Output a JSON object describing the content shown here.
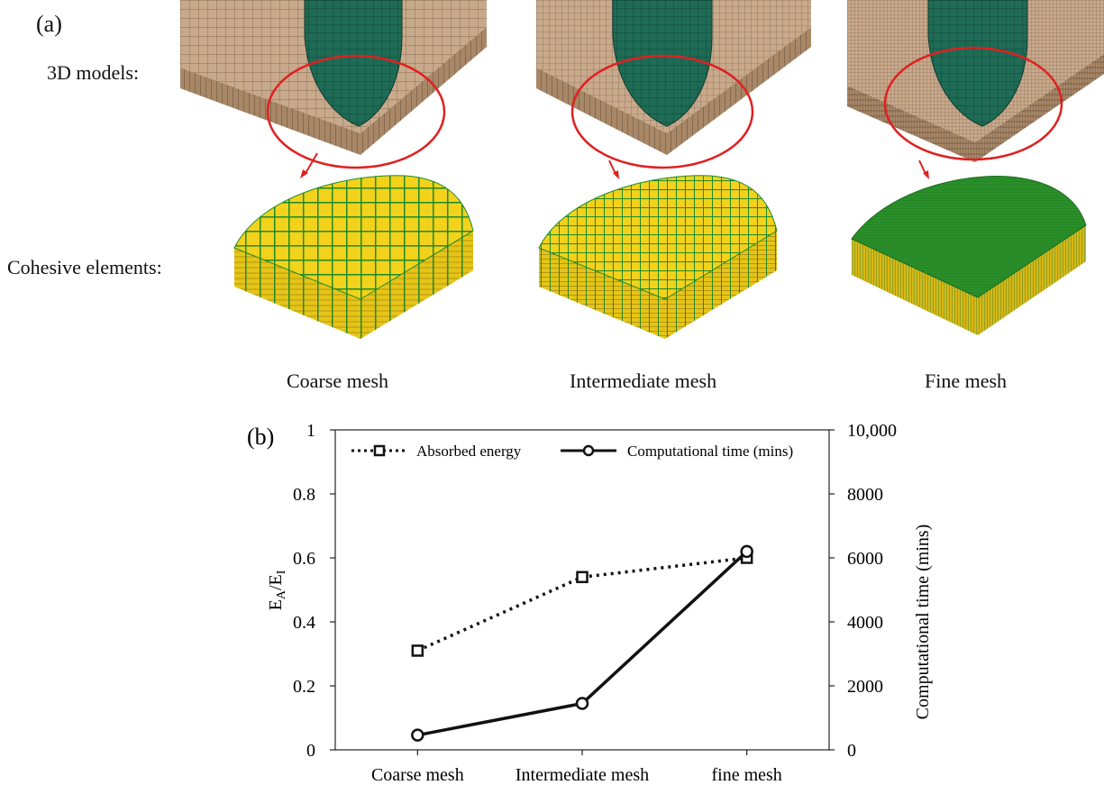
{
  "panel_a": {
    "label": "(a)",
    "row_models": "3D models:",
    "row_cohesive": "Cohesive elements:",
    "columns": [
      {
        "caption": "Coarse mesh",
        "density": "coarse"
      },
      {
        "caption": "Intermediate mesh",
        "density": "intermediate"
      },
      {
        "caption": "Fine mesh",
        "density": "fine"
      }
    ],
    "colors": {
      "plate": "#c9a98b",
      "plate_side": "#a88767",
      "impactor": "#1f6b55",
      "highlight": "#e02020",
      "cohesive_yellow": "#f2d21a",
      "cohesive_green": "#1f8a2a"
    }
  },
  "chart_data": {
    "panel_label": "(b)",
    "type": "line",
    "categories": [
      "Coarse mesh",
      "Intermediate mesh",
      "fine mesh"
    ],
    "y_left": {
      "label_main": "E",
      "label_sub": "A",
      "label_sep": "/E",
      "label_sub2": "I",
      "lim": [
        0,
        1
      ],
      "ticks": [
        "0",
        "0.2",
        "0.4",
        "0.6",
        "0.8",
        "1"
      ],
      "tick_values": [
        0,
        0.2,
        0.4,
        0.6,
        0.8,
        1
      ]
    },
    "y_right": {
      "label": "Computational time (mins)",
      "lim": [
        0,
        10000
      ],
      "ticks": [
        "0",
        "2000",
        "4000",
        "6000",
        "8000",
        "10,000"
      ],
      "tick_values": [
        0,
        2000,
        4000,
        6000,
        8000,
        10000
      ]
    },
    "series": [
      {
        "name": "Absorbed energy",
        "axis": "left",
        "values": [
          0.31,
          0.54,
          0.6
        ],
        "style": "dotted",
        "marker": "square",
        "color": "#111111"
      },
      {
        "name": "Computational time (mins)",
        "axis": "right",
        "values": [
          460,
          1450,
          6200
        ],
        "style": "solid",
        "marker": "circle",
        "color": "#111111"
      }
    ],
    "legend_position": "top",
    "grid": false
  }
}
